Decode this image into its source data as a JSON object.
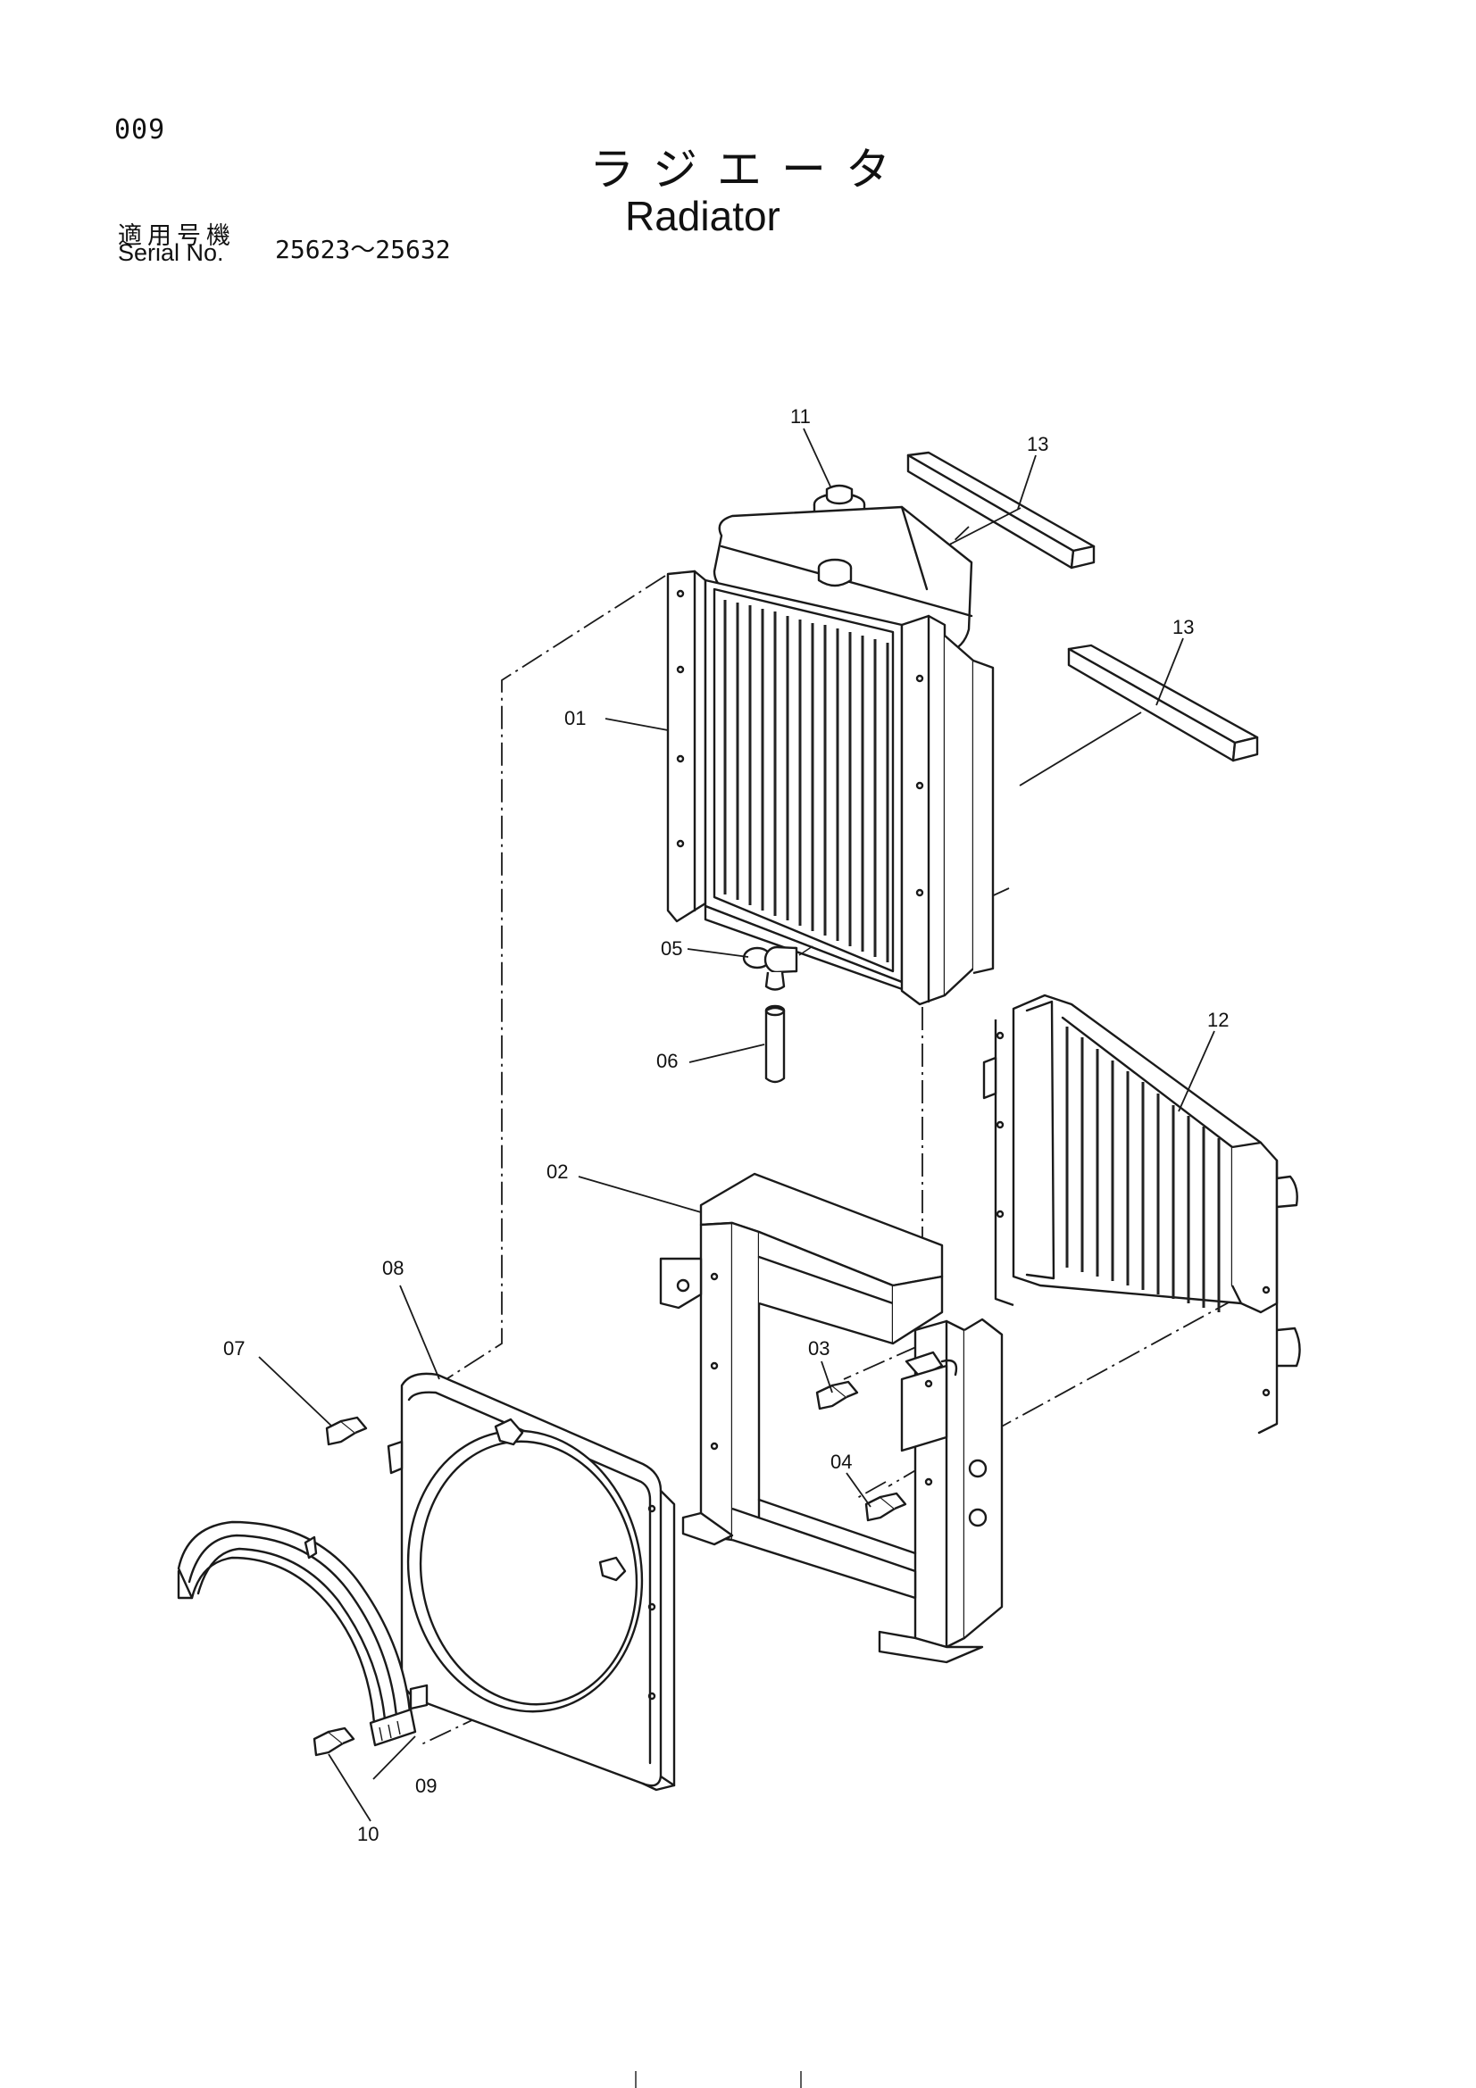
{
  "header": {
    "page_no": "009",
    "title_ja": "ラジエータ",
    "title_en": "Radiator",
    "serial_label_ja": "適用号機",
    "serial_label_en": "Serial No.",
    "serial_range": "25623～25632"
  },
  "callouts": {
    "c01": "01",
    "c02": "02",
    "c03": "03",
    "c04": "04",
    "c05": "05",
    "c06": "06",
    "c07": "07",
    "c08": "08",
    "c09": "09",
    "c10": "10",
    "c11": "11",
    "c12": "12",
    "c13a": "13",
    "c13b": "13"
  }
}
